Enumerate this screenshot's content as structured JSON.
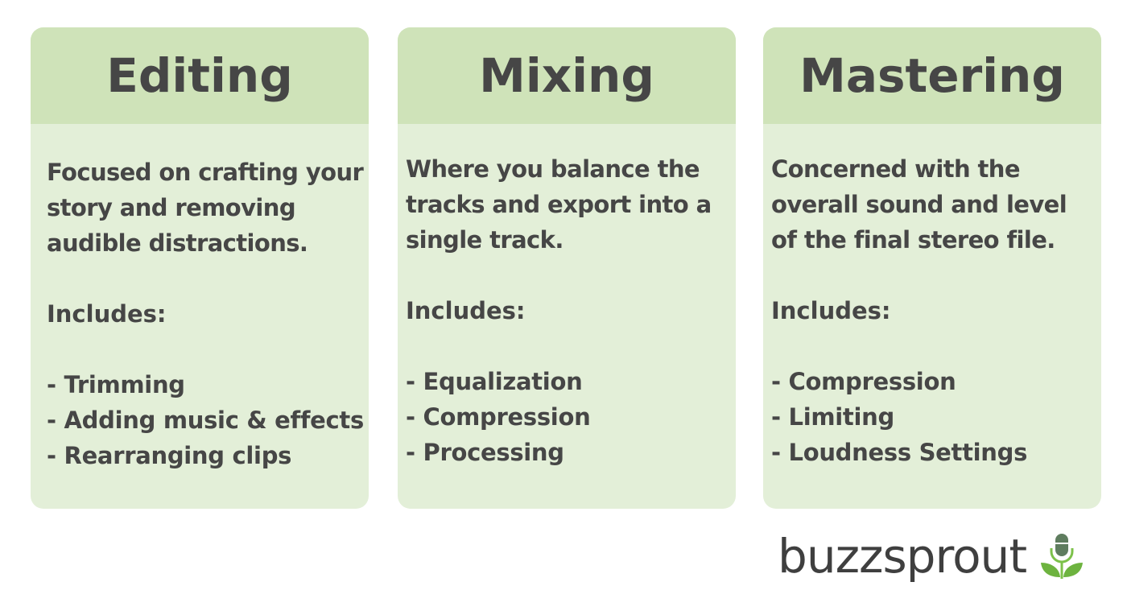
{
  "cards": [
    {
      "title": "Editing",
      "description": "Focused on crafting your\nstory and removing\naudible distractions.",
      "includes_label": "Includes:",
      "items": [
        "- Trimming",
        "- Adding music & effects",
        "- Rearranging clips"
      ]
    },
    {
      "title": "Mixing",
      "description": "Where you balance the\ntracks and export into a\nsingle track.",
      "includes_label": "Includes:",
      "items": [
        "- Equalization",
        "- Compression",
        "- Processing"
      ]
    },
    {
      "title": "Mastering",
      "description": "Concerned with the\noverall sound and level\nof the final stereo file.",
      "includes_label": "Includes:",
      "items": [
        "- Compression",
        "- Limiting",
        "- Loudness Settings"
      ]
    }
  ],
  "logo": {
    "text": "buzzsprout",
    "icon": "microphone-sprout-icon"
  },
  "colors": {
    "header_bg": "#cfe3b9",
    "card_bg": "#e3efd8",
    "text": "#464646",
    "leaf_green": "#6db33f",
    "mic_green": "#5f7d5f"
  }
}
